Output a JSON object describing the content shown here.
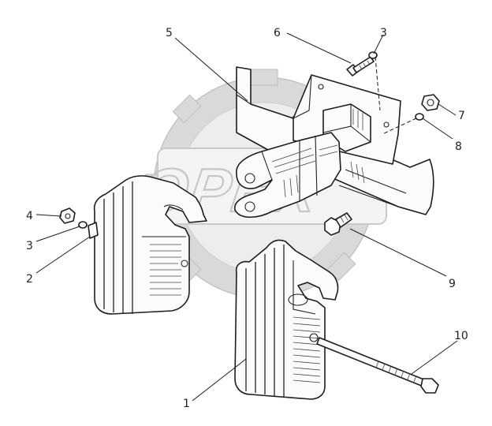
{
  "diagram": {
    "watermark": {
      "text": "OPEX"
    },
    "callouts": [
      {
        "id": "label-1",
        "text": "1"
      },
      {
        "id": "label-2",
        "text": "2"
      },
      {
        "id": "label-3a",
        "text": "3"
      },
      {
        "id": "label-3b",
        "text": "3"
      },
      {
        "id": "label-4",
        "text": "4"
      },
      {
        "id": "label-5",
        "text": "5"
      },
      {
        "id": "label-6",
        "text": "6"
      },
      {
        "id": "label-7",
        "text": "7"
      },
      {
        "id": "label-8",
        "text": "8"
      },
      {
        "id": "label-9",
        "text": "9"
      },
      {
        "id": "label-10",
        "text": "10"
      }
    ]
  }
}
